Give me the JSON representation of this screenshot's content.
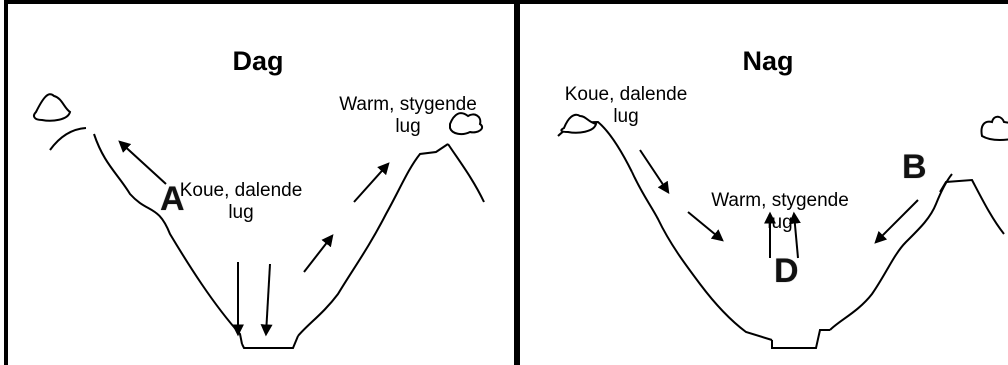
{
  "day": {
    "title": "Dag",
    "warm_label_line1": "Warm, stygende",
    "warm_label_line2": "lug",
    "cold_label_line1": "Koue, dalende",
    "cold_label_line2": "lug",
    "marker": "A"
  },
  "night": {
    "title": "Nag",
    "cold_label_line1": "Koue, dalende",
    "cold_label_line2": "lug",
    "warm_label_line1": "Warm, stygende",
    "warm_label_line2": "lug",
    "marker_b": "B",
    "marker_d": "D"
  },
  "icons": [
    "cloud-icon",
    "arrow-icon"
  ]
}
